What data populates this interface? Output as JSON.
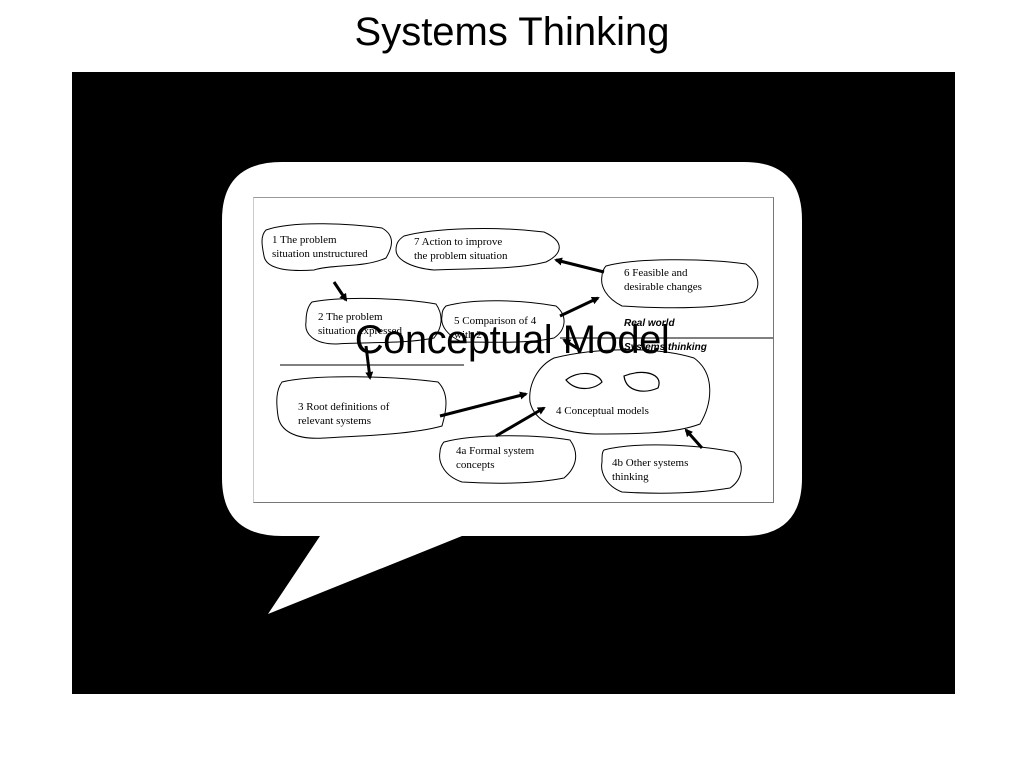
{
  "slide": {
    "title": "Systems Thinking",
    "overlay_label": "Conceptual Model"
  },
  "diagram": {
    "stages": [
      {
        "id": "1",
        "text": "1  The problem\nsituation unstructured"
      },
      {
        "id": "2",
        "text": "2  The problem\nsituation expressed"
      },
      {
        "id": "3",
        "text": "3  Root definitions of\nrelevant systems"
      },
      {
        "id": "4",
        "text": "4  Conceptual models"
      },
      {
        "id": "4a",
        "text": "4a  Formal system\nconcepts"
      },
      {
        "id": "4b",
        "text": "4b  Other systems\nthinking"
      },
      {
        "id": "5",
        "text": "5  Comparison of 4\nwith 2"
      },
      {
        "id": "6",
        "text": "6  Feasible and\ndesirable changes"
      },
      {
        "id": "7",
        "text": "7  Action to improve\nthe problem situation"
      }
    ],
    "labels": {
      "real_world": "Real world",
      "systems_thinking": "Systems thinking"
    }
  },
  "colors": {
    "panel": "#000000",
    "bubble": "#ffffff",
    "ink": "#000000"
  }
}
